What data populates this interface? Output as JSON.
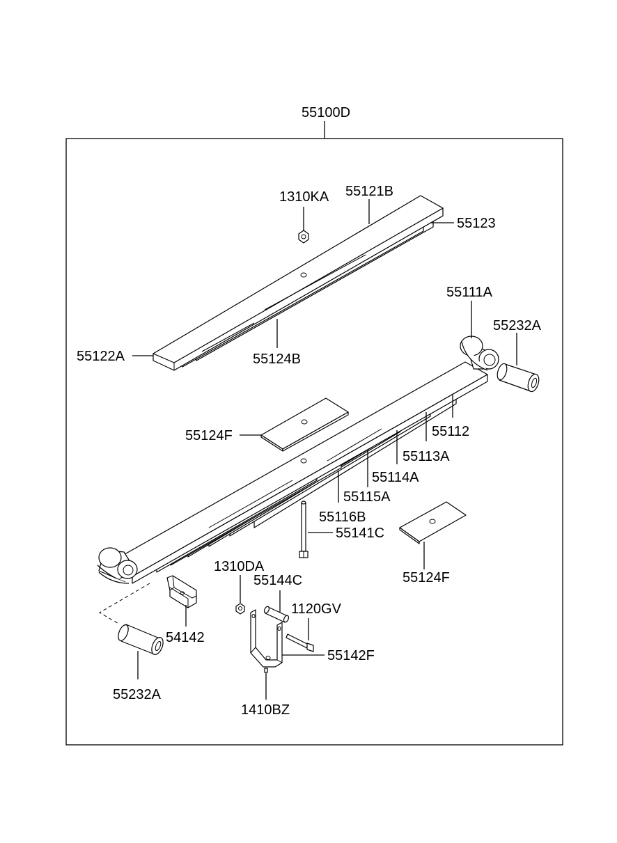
{
  "diagram": {
    "assembly_label": "55100D",
    "labels": {
      "p1310KA": "1310KA",
      "p55121B": "55121B",
      "p55123": "55123",
      "p55122A": "55122A",
      "p55124B": "55124B",
      "p55111A": "55111A",
      "p55232A_top": "55232A",
      "p55112": "55112",
      "p55124F_top": "55124F",
      "p55113A": "55113A",
      "p55114A": "55114A",
      "p55115A": "55115A",
      "p55116B": "55116B",
      "p55141C": "55141C",
      "p55124F_bottom": "55124F",
      "p1310DA": "1310DA",
      "p55144C": "55144C",
      "p1120GV": "1120GV",
      "p54142": "54142",
      "p55142F": "55142F",
      "p55232A_bottom": "55232A",
      "p1410BZ": "1410BZ"
    }
  }
}
